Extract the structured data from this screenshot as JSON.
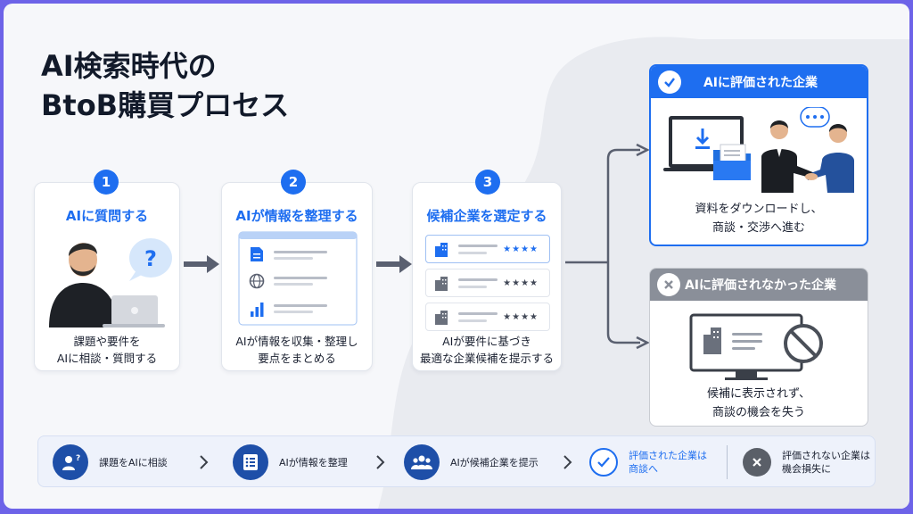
{
  "title": {
    "line1": "AI検索時代の",
    "line2": "BtoB購買プロセス"
  },
  "steps": [
    {
      "number": "1",
      "title": "AIに質問する",
      "desc": "課題や要件を\nAIに相談・質問する"
    },
    {
      "number": "2",
      "title": "AIが情報を整理する",
      "desc": "AIが情報を収集・整理し\n要点をまとめる"
    },
    {
      "number": "3",
      "title": "候補企業を選定する",
      "desc": "AIが要件に基づき\n最適な企業候補を提示する"
    }
  ],
  "step1_bubble": "?",
  "candidates": [
    {
      "stars": "★★★★",
      "star_color": "#1e6ef0"
    },
    {
      "stars": "★★★★",
      "star_color": "#404756"
    },
    {
      "stars": "★★★★",
      "star_color": "#404756"
    }
  ],
  "outcomes": {
    "positive": {
      "header": "AIに評価された企業",
      "desc": "資料をダウンロードし、\n商談・交渉へ進む",
      "color": "#1e6ef0"
    },
    "negative": {
      "header": "AIに評価されなかった企業",
      "desc": "候補に表示されず、\n商談の機会を失う",
      "color": "#8a8f99"
    }
  },
  "bottom": [
    {
      "label": "課題をAIに相談",
      "icon": "user-question-icon"
    },
    {
      "label": "AIが情報を整理",
      "icon": "list-icon"
    },
    {
      "label": "AIが候補企業を提示",
      "icon": "group-icon"
    },
    {
      "label": "評価された企業は\n商談へ",
      "icon": "check-icon"
    },
    {
      "label": "評価されない企業は\n機会損失に",
      "icon": "close-icon"
    }
  ],
  "colors": {
    "accent": "#1e6ef0",
    "gray": "#8a8f99",
    "frame": "#6d63e8"
  }
}
